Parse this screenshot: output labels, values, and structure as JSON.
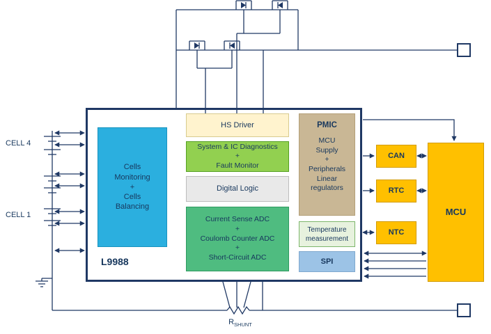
{
  "palette": {
    "line": "#1F3864",
    "text_navy": "#17375D",
    "cells_cyan": "#2BAFDF",
    "hs_driver_yellow": "#FFF3CE",
    "diagnostics_green": "#92D050",
    "logic_gray": "#E9E9E9",
    "adc_green": "#4FBC80",
    "pmic_tan": "#C9B795",
    "temp_pale_green": "#E7F2DE",
    "spi_blue": "#9CC3E6",
    "mcu_yellow": "#FFC000"
  },
  "icons": {
    "mosfet": "mosfet-icon",
    "battery_cell": "battery-cell-icon",
    "ground": "ground-icon",
    "shunt_resistor": "shunt-resistor-icon",
    "arrow": "arrow-connector"
  },
  "labels": {
    "cell4": "CELL 4",
    "cell1": "CELL 1",
    "chip": "L9988",
    "cells_monitoring": "Cells\nMonitoring\n+\nCells\nBalancing",
    "hs_driver": "HS Driver",
    "diagnostics": "System & IC Diagnostics\n+\nFault Monitor",
    "digital_logic": "Digital Logic",
    "adc": "Current Sense ADC\n+\nCoulomb Counter ADC\n+\nShort-Circuit ADC",
    "pmic_title": "PMIC",
    "pmic_body": "MCU\nSupply\n+\nPeripherals\nLinear\nregulators",
    "temperature": "Temperature\nmeasurement",
    "spi": "SPI",
    "can": "CAN",
    "rtc": "RTC",
    "ntc": "NTC",
    "mcu": "MCU",
    "shunt_prefix": "R",
    "shunt_sub": "SHUNT"
  }
}
